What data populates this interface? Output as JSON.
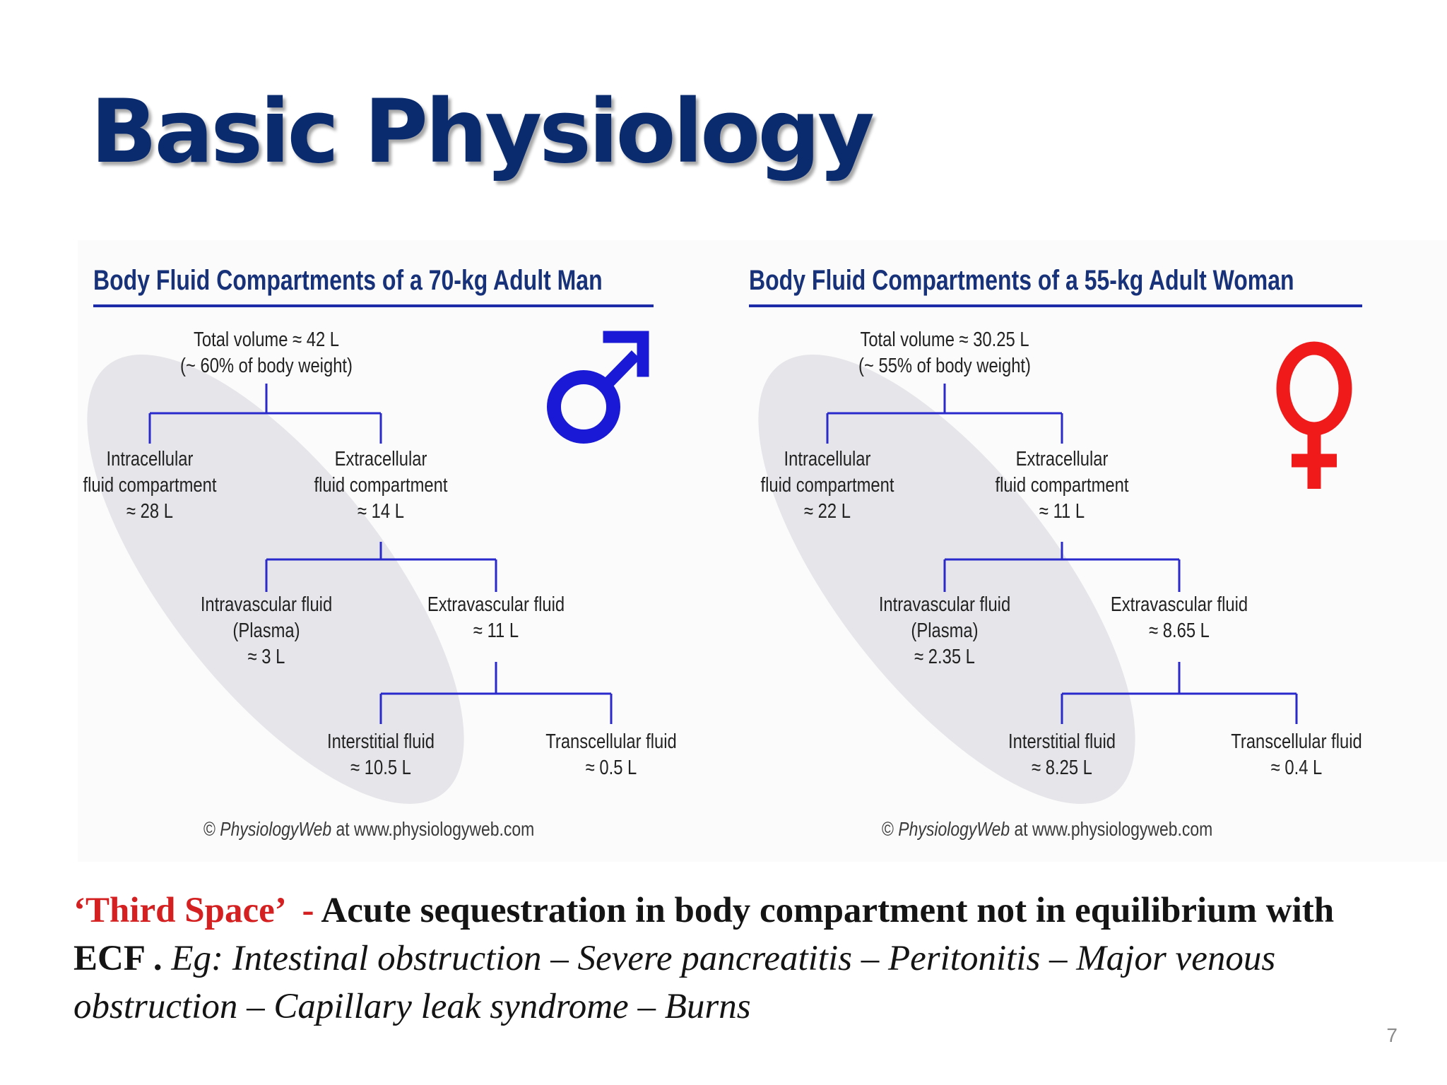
{
  "slide": {
    "title": "Basic Physiology",
    "page_number": "7"
  },
  "figures": [
    {
      "title": "Body Fluid Compartments of a 70-kg Adult Man",
      "symbol": "male-symbol",
      "symbol_color": "#1a1ad6",
      "total": {
        "line1": "Total volume ≈ 42 L",
        "line2": "(~ 60% of body weight)"
      },
      "intracellular": {
        "line1": "Intracellular",
        "line2": "fluid compartment",
        "value": "≈ 28 L"
      },
      "extracellular": {
        "line1": "Extracellular",
        "line2": "fluid compartment",
        "value": "≈ 14 L"
      },
      "intravascular": {
        "line1": "Intravascular fluid",
        "line2": "(Plasma)",
        "value": "≈ 3 L"
      },
      "extravascular": {
        "line1": "Extravascular fluid",
        "value": "≈ 11 L"
      },
      "interstitial": {
        "line1": "Interstitial fluid",
        "value": "≈ 10.5 L"
      },
      "transcellular": {
        "line1": "Transcellular fluid",
        "value": "≈ 0.5 L"
      },
      "credit": {
        "copyright": "©",
        "brand": "PhysiologyWeb",
        "rest": " at www.physiologyweb.com"
      }
    },
    {
      "title": "Body Fluid Compartments of a 55-kg Adult Woman",
      "symbol": "female-symbol",
      "symbol_color": "#f01a1a",
      "total": {
        "line1": "Total volume ≈ 30.25 L",
        "line2": "(~ 55% of body weight)"
      },
      "intracellular": {
        "line1": "Intracellular",
        "line2": "fluid compartment",
        "value": "≈ 22 L"
      },
      "extracellular": {
        "line1": "Extracellular",
        "line2": "fluid compartment",
        "value": "≈ 11 L"
      },
      "intravascular": {
        "line1": "Intravascular fluid",
        "line2": "(Plasma)",
        "value": "≈ 2.35 L"
      },
      "extravascular": {
        "line1": "Extravascular fluid",
        "value": "≈ 8.65 L"
      },
      "interstitial": {
        "line1": "Interstitial fluid",
        "value": "≈ 8.25 L"
      },
      "transcellular": {
        "line1": "Transcellular fluid",
        "value": "≈ 0.4 L"
      },
      "credit": {
        "copyright": "©",
        "brand": "PhysiologyWeb",
        "rest": " at www.physiologyweb.com"
      }
    }
  ],
  "note": {
    "term": "‘Third Space’",
    "dash": "  - ",
    "definition": "Acute sequestration in body compartment not in equilibrium with ECF .",
    "examples": " Eg: Intestinal obstruction – Severe pancreatitis – Peritonitis – Major venous obstruction – Capillary leak syndrome – Burns"
  },
  "colors": {
    "title": "#0b2b6f",
    "figure_title": "#18327a",
    "tree_lines": "#2a2acc",
    "highlight_ellipse": "#e6e6ea",
    "note_term": "#d42020"
  }
}
